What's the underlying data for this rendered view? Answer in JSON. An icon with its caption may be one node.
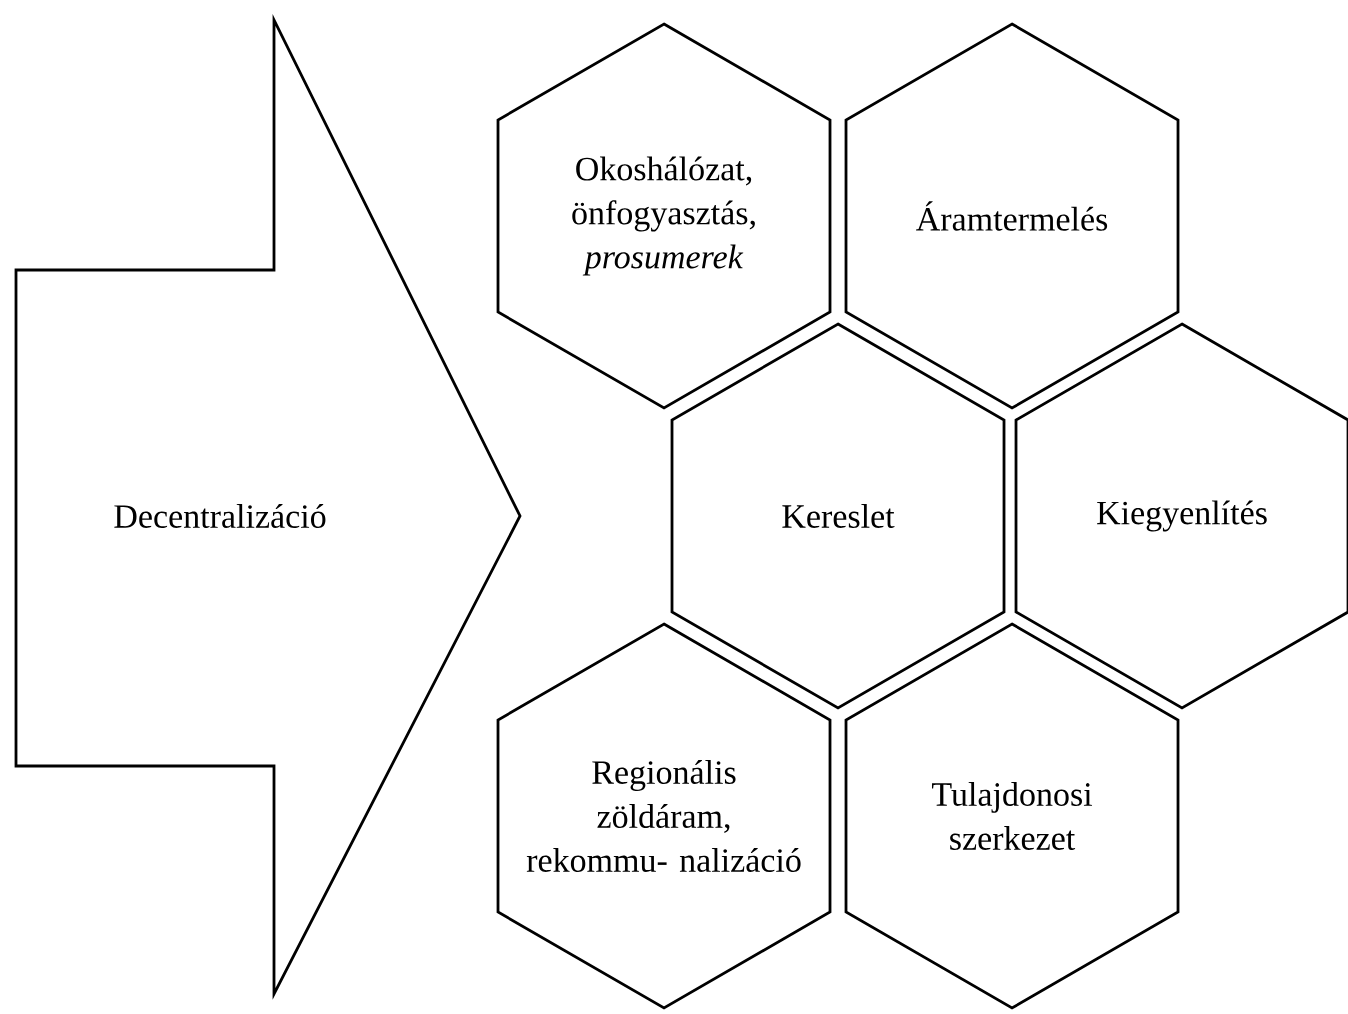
{
  "diagram": {
    "nodes": [
      {
        "text": [
          "Decentralizáció"
        ]
      },
      {
        "text": [
          "Okoshálózat, önfogyasztás, *prosumerek*"
        ]
      },
      {
        "text": [
          "Áramtermelés"
        ]
      },
      {
        "text": [
          "Kereslet"
        ]
      },
      {
        "text": [
          "Kiegyenlítés"
        ]
      },
      {
        "text": [
          "Regionális zöldáram, rekommu- nalizáció"
        ]
      },
      {
        "text": [
          "Tulajdonosi szerkezet"
        ]
      }
    ]
  }
}
